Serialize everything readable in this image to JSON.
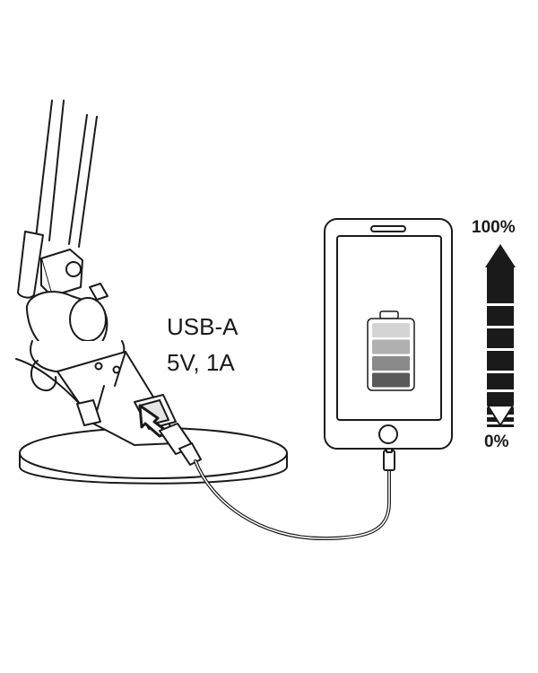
{
  "usb_label": {
    "type": "USB-A",
    "spec": "5V, 1A"
  },
  "charge_scale": {
    "top": "100%",
    "bottom": "0%",
    "direction": "up"
  },
  "battery": {
    "level_segments": 4
  },
  "icons": [
    "desk-lamp-icon",
    "usb-cable-icon",
    "smartphone-icon",
    "battery-icon",
    "arrow-up-icon",
    "arrow-down-icon"
  ],
  "colors": {
    "line": "#1a1a1a",
    "fill": "#ffffff",
    "battery_shades": [
      "#d4d4d4",
      "#b0b0b0",
      "#8a8a8a",
      "#5a5a5a"
    ]
  }
}
